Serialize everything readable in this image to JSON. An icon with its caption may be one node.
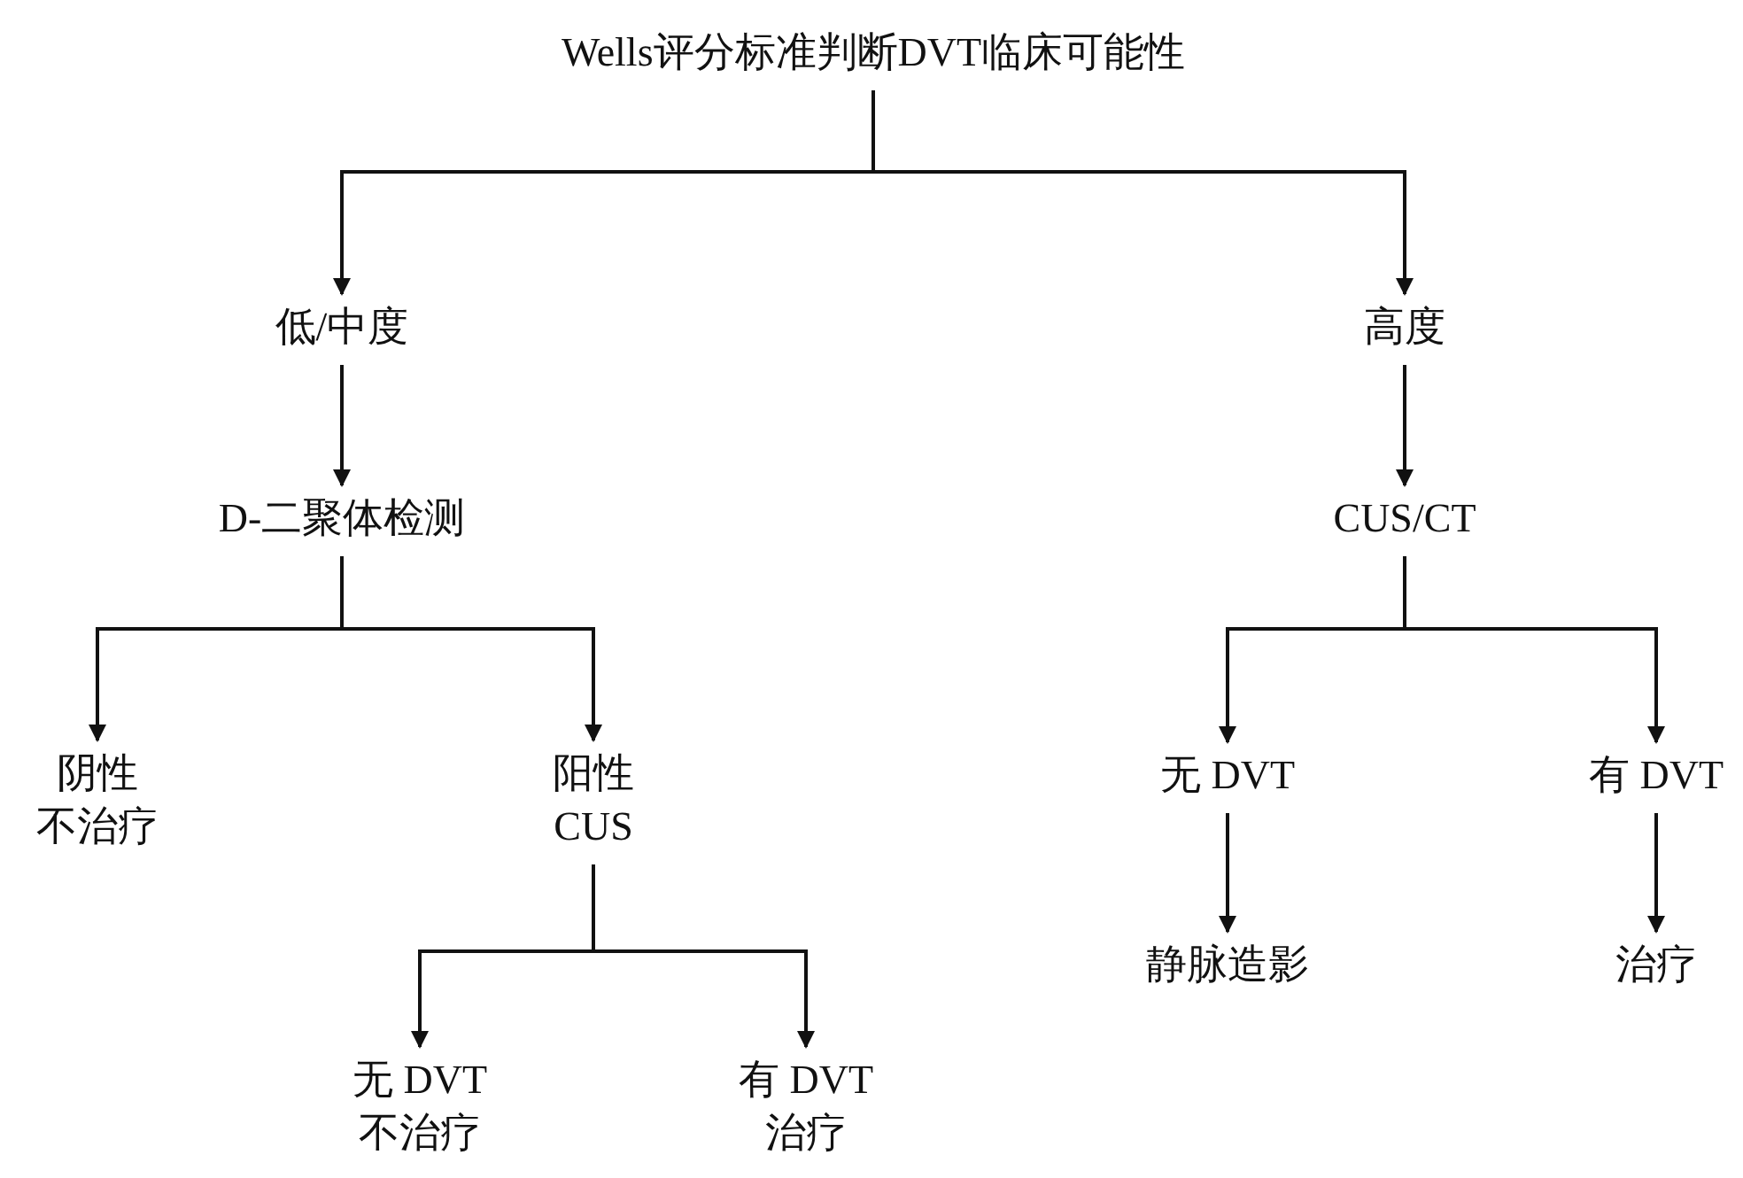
{
  "diagram": {
    "nodes": [
      {
        "text": [
          "Wells评分标准判断DVT临床可能性"
        ]
      },
      {
        "text": [
          "低/中度"
        ]
      },
      {
        "text": [
          "高度"
        ]
      },
      {
        "text": [
          "D-二聚体检测"
        ]
      },
      {
        "text": [
          "CUS/CT"
        ]
      },
      {
        "text": [
          "阴性",
          "不治疗"
        ]
      },
      {
        "text": [
          "阳性",
          "CUS"
        ]
      },
      {
        "text": [
          "无 DVT"
        ]
      },
      {
        "text": [
          "有 DVT"
        ]
      },
      {
        "text": [
          "静脉造影"
        ]
      },
      {
        "text": [
          "治疗"
        ]
      },
      {
        "text": [
          "无 DVT",
          "不治疗"
        ]
      },
      {
        "text": [
          "有 DVT",
          "治疗"
        ]
      }
    ],
    "edges": [
      {
        "from": 0,
        "to": 1,
        "arrow": "to"
      },
      {
        "from": 0,
        "to": 2,
        "arrow": "to"
      },
      {
        "from": 1,
        "to": 3,
        "arrow": "to"
      },
      {
        "from": 2,
        "to": 4,
        "arrow": "to"
      },
      {
        "from": 3,
        "to": 5,
        "arrow": "to"
      },
      {
        "from": 3,
        "to": 6,
        "arrow": "to"
      },
      {
        "from": 4,
        "to": 7,
        "arrow": "to"
      },
      {
        "from": 4,
        "to": 8,
        "arrow": "to"
      },
      {
        "from": 7,
        "to": 9,
        "arrow": "to"
      },
      {
        "from": 8,
        "to": 10,
        "arrow": "to"
      },
      {
        "from": 6,
        "to": 11,
        "arrow": "to"
      },
      {
        "from": 6,
        "to": 12,
        "arrow": "to"
      }
    ]
  }
}
